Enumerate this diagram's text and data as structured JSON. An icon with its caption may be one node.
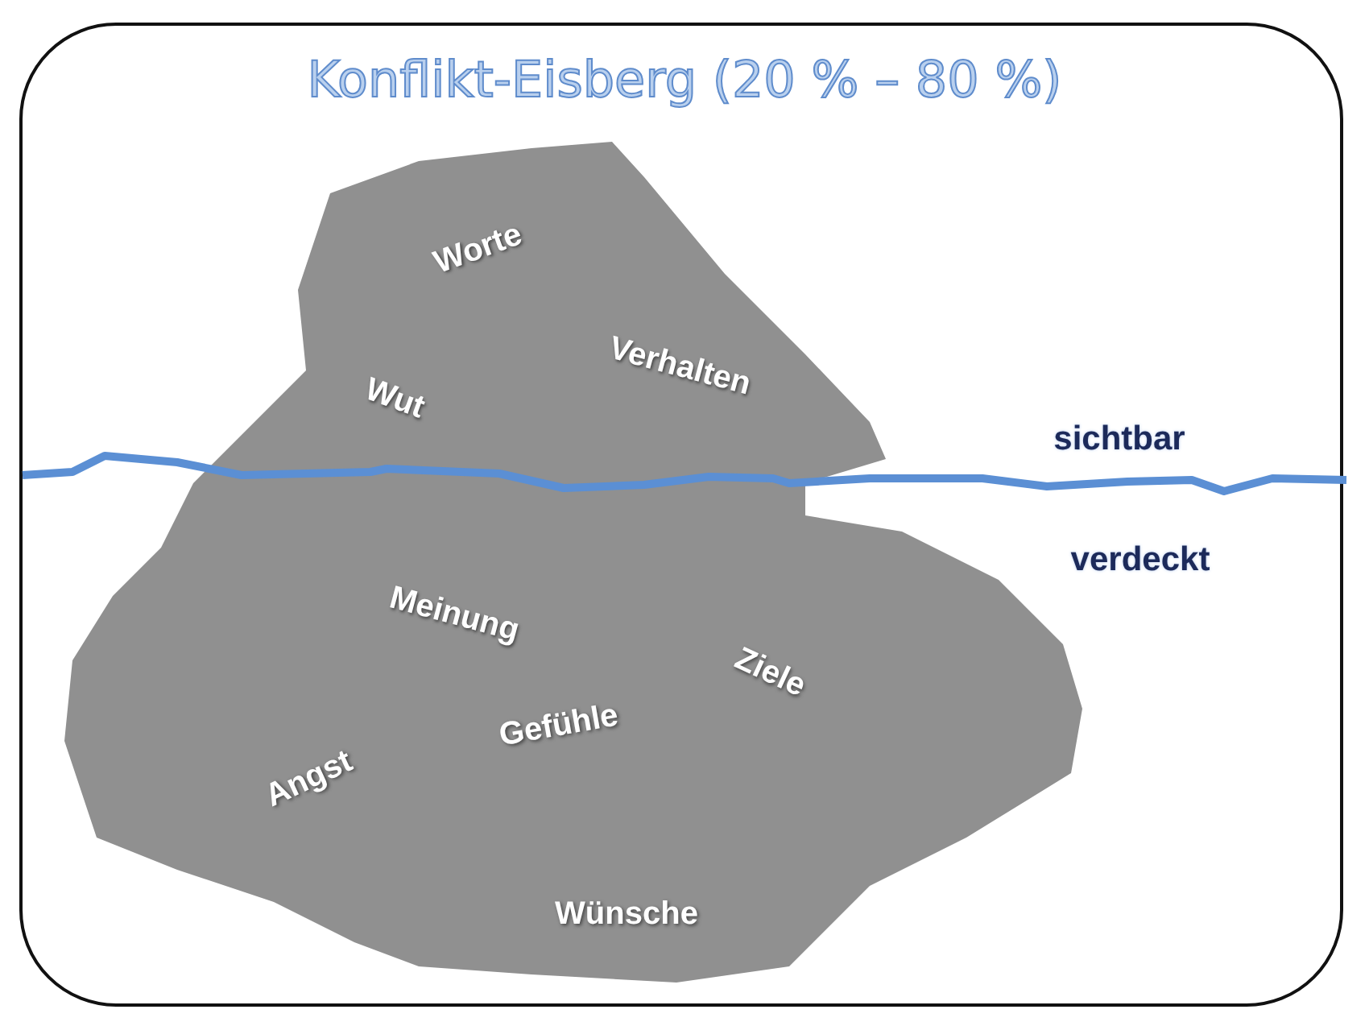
{
  "diagram": {
    "title": "Konflikt-Eisberg (20 % – 80 %)",
    "nodes": [
      {
        "text": [
          "Worte",
          "Verhalten",
          "Wut",
          "Meinung",
          "Ziele",
          "Gefühle",
          "Angst",
          "Wünsche"
        ]
      }
    ],
    "labels": [
      "sichtbar",
      "verdeckt"
    ]
  }
}
